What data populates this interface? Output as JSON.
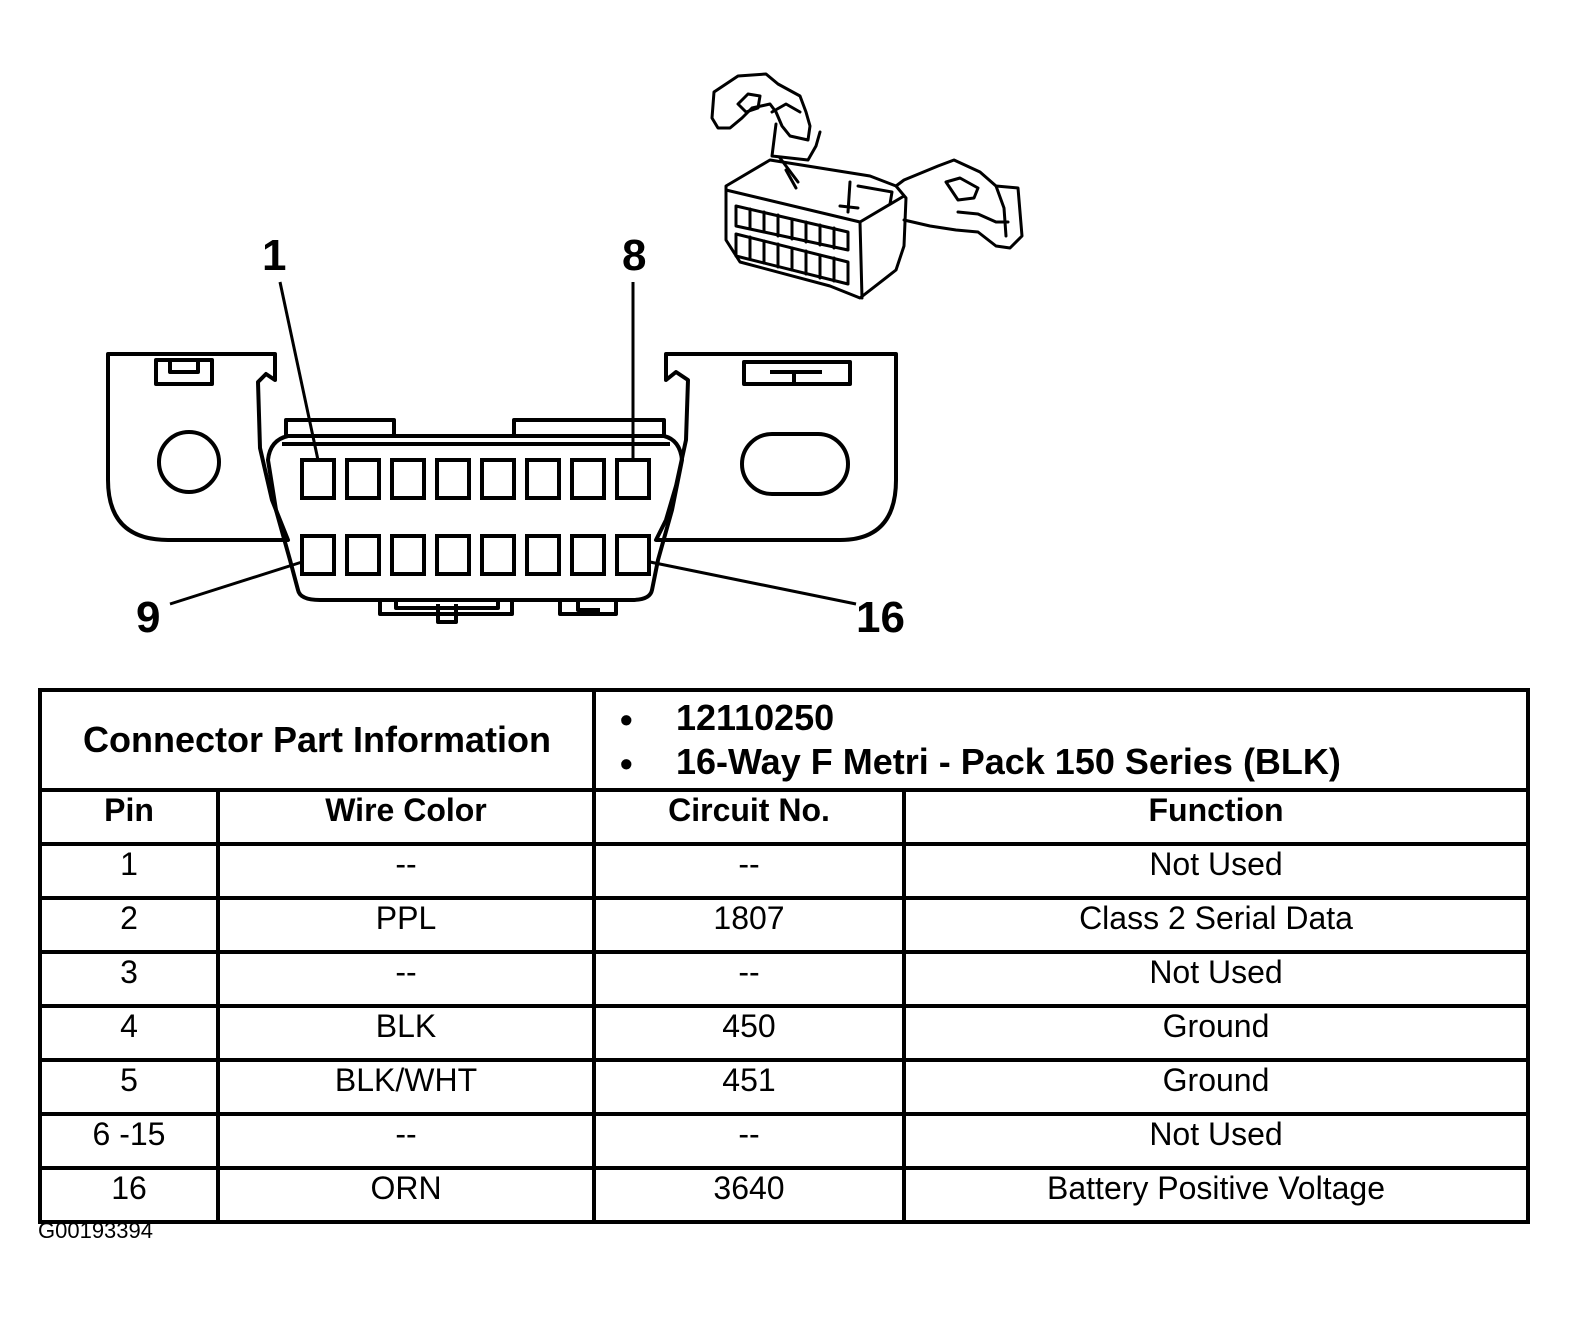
{
  "diagram": {
    "pin_labels": {
      "pin_1": "1",
      "pin_8": "8",
      "pin_9": "9",
      "pin_16": "16"
    }
  },
  "connector_info": {
    "label": "Connector Part Information",
    "values": [
      "12110250",
      "16-Way F Metri - Pack 150 Series (BLK)"
    ]
  },
  "table": {
    "headers": [
      "Pin",
      "Wire Color",
      "Circuit No.",
      "Function"
    ],
    "rows": [
      [
        "1",
        "--",
        "--",
        "Not Used"
      ],
      [
        "2",
        "PPL",
        "1807",
        "Class 2 Serial Data"
      ],
      [
        "3",
        "--",
        "--",
        "Not Used"
      ],
      [
        "4",
        "BLK",
        "450",
        "Ground"
      ],
      [
        "5",
        "BLK/WHT",
        "451",
        "Ground"
      ],
      [
        "6 -15",
        "--",
        "--",
        "Not Used"
      ],
      [
        "16",
        "ORN",
        "3640",
        "Battery Positive Voltage"
      ]
    ]
  },
  "image_id": "G00193394"
}
